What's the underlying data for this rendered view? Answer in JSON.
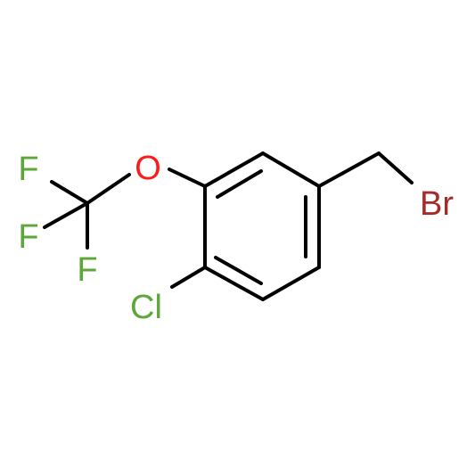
{
  "atoms": [
    {
      "id": "f1",
      "symbol": "F",
      "color": "#5ba737"
    },
    {
      "id": "f2",
      "symbol": "F",
      "color": "#5ba737"
    },
    {
      "id": "f3",
      "symbol": "F",
      "color": "#5ba737"
    },
    {
      "id": "o",
      "symbol": "O",
      "color": "#ff1a1a"
    },
    {
      "id": "cl",
      "symbol": "Cl",
      "color": "#5ba737"
    },
    {
      "id": "br",
      "symbol": "Br",
      "color": "#a52a2a"
    }
  ],
  "colors": {
    "bond": "#000000",
    "background": "#ffffff"
  }
}
